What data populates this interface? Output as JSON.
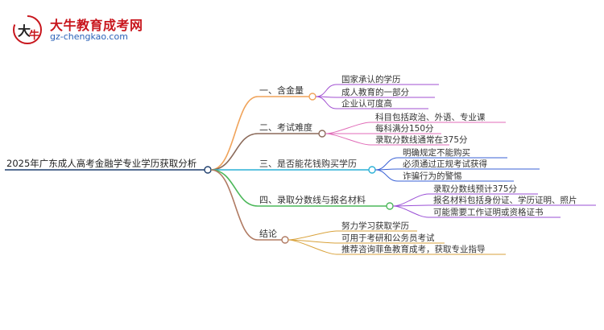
{
  "logo": {
    "name": "大牛教育成考网",
    "url": "gz-chengkao.com"
  },
  "root": {
    "text": "2025年广东成人高考金融学专业学历获取分析",
    "color": "#1f3f6e"
  },
  "branches": [
    {
      "id": "b1",
      "label": "一、含金量",
      "color": "#f0a35a",
      "leaf_color": "#a14fd1",
      "children": [
        "国家承认的学历",
        "成人教育的一部分",
        "企业认可度高"
      ]
    },
    {
      "id": "b2",
      "label": "二、考试难度",
      "color": "#8b6a5a",
      "leaf_color": "#e06bb8",
      "children": [
        "科目包括政治、外语、专业课",
        "每科满分150分",
        "录取分数线通常在375分"
      ]
    },
    {
      "id": "b3",
      "label": "三、是否能花钱购买学历",
      "color": "#2bb1d6",
      "leaf_color": "#3a62d6",
      "children": [
        "明确规定不能购买",
        "必须通过正规考试获得",
        "诈骗行为的警惕"
      ]
    },
    {
      "id": "b4",
      "label": "四、录取分数线与报名材料",
      "color": "#4cb85a",
      "leaf_color": "#9a4fd6",
      "children": [
        "录取分数线预计375分",
        "报名材料包括身份证、学历证明、照片",
        "可能需要工作证明或资格证书"
      ]
    },
    {
      "id": "b5",
      "label": "结论",
      "color": "#b07a62",
      "leaf_color": "#d9a23b",
      "children": [
        "努力学习获取学历",
        "可用于考研和公务员考试",
        "推荐咨询菲鱼教育成考，获取专业指导"
      ]
    }
  ]
}
